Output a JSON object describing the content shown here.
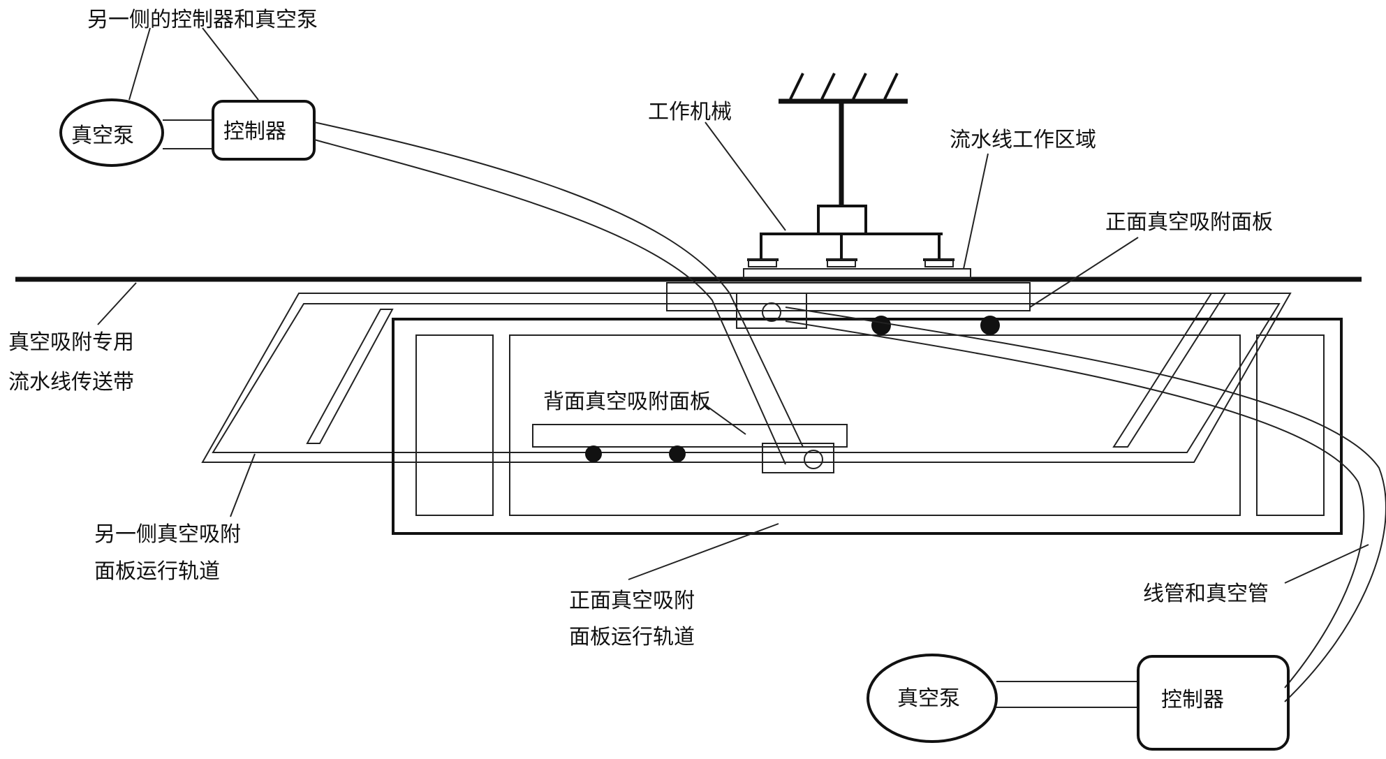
{
  "labels": {
    "other_side_controller_pump": "另一侧的控制器和真空泵",
    "pump_top": "真空泵",
    "controller_top": "控制器",
    "work_machine": "工作机械",
    "work_area": "流水线工作区域",
    "front_panel": "正面真空吸附面板",
    "belt_line1": "真空吸附专用",
    "belt_line2": "流水线传送带",
    "back_panel": "背面真空吸附面板",
    "other_track_line1": "另一侧真空吸附",
    "other_track_line2": "面板运行轨道",
    "front_track_line1": "正面真空吸附",
    "front_track_line2": "面板运行轨道",
    "cable_tube": "线管和真空管",
    "pump_bottom": "真空泵",
    "controller_bottom": "控制器"
  },
  "colors": {
    "stroke": "#111111",
    "background": "#ffffff"
  }
}
